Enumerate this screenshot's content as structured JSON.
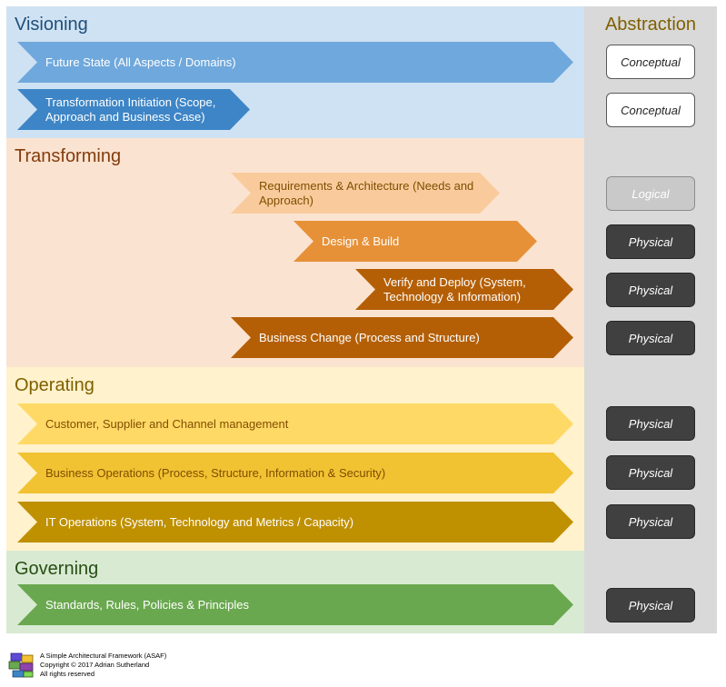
{
  "bands": {
    "visioning": {
      "title": "Visioning",
      "items": [
        {
          "label": "Future State (All Aspects / Domains)"
        },
        {
          "label": "Transformation Initiation (Scope, Approach and Business Case)"
        }
      ]
    },
    "transforming": {
      "title": "Transforming",
      "items": [
        {
          "label": "Requirements & Architecture (Needs and Approach)"
        },
        {
          "label": "Design & Build"
        },
        {
          "label": "Verify and Deploy (System, Technology & Information)"
        },
        {
          "label": "Business Change (Process and Structure)"
        }
      ]
    },
    "operating": {
      "title": "Operating",
      "items": [
        {
          "label": "Customer, Supplier and Channel management"
        },
        {
          "label": "Business Operations (Process, Structure, Information & Security)"
        },
        {
          "label": "IT Operations (System, Technology and Metrics / Capacity)"
        }
      ]
    },
    "governing": {
      "title": "Governing",
      "items": [
        {
          "label": "Standards, Rules, Policies & Principles"
        }
      ]
    }
  },
  "abstraction": {
    "title": "Abstraction",
    "levels": [
      "Conceptual",
      "Conceptual",
      "Logical",
      "Physical",
      "Physical",
      "Physical",
      "Physical",
      "Physical",
      "Physical",
      "Physical"
    ]
  },
  "colors": {
    "visioning_band": "#cfe2f3",
    "transforming_band": "#fbe3d1",
    "operating_band": "#fff2cc",
    "governing_band": "#d9ead3",
    "visioning_title": "#1f4e79",
    "transforming_title": "#843c0c",
    "operating_title": "#7f6000",
    "governing_title": "#274e13",
    "future_state": "#6fa8dc",
    "transformation_initiation": "#3d85c6",
    "requirements": "#f9cb9c",
    "design_build": "#e69138",
    "verify_deploy": "#b45f06",
    "business_change": "#b45f06",
    "customer_supplier": "#ffd966",
    "business_operations": "#f1c232",
    "it_operations": "#bf9000",
    "standards": "#6aa84f"
  },
  "footer": {
    "line1": "A Simple Architectural Framework (ASAF)",
    "line2": "Copyright © 2017 Adrian Sutherland",
    "line3": "All rights reserved",
    "logo_icon": "asaf-logo-icon"
  }
}
